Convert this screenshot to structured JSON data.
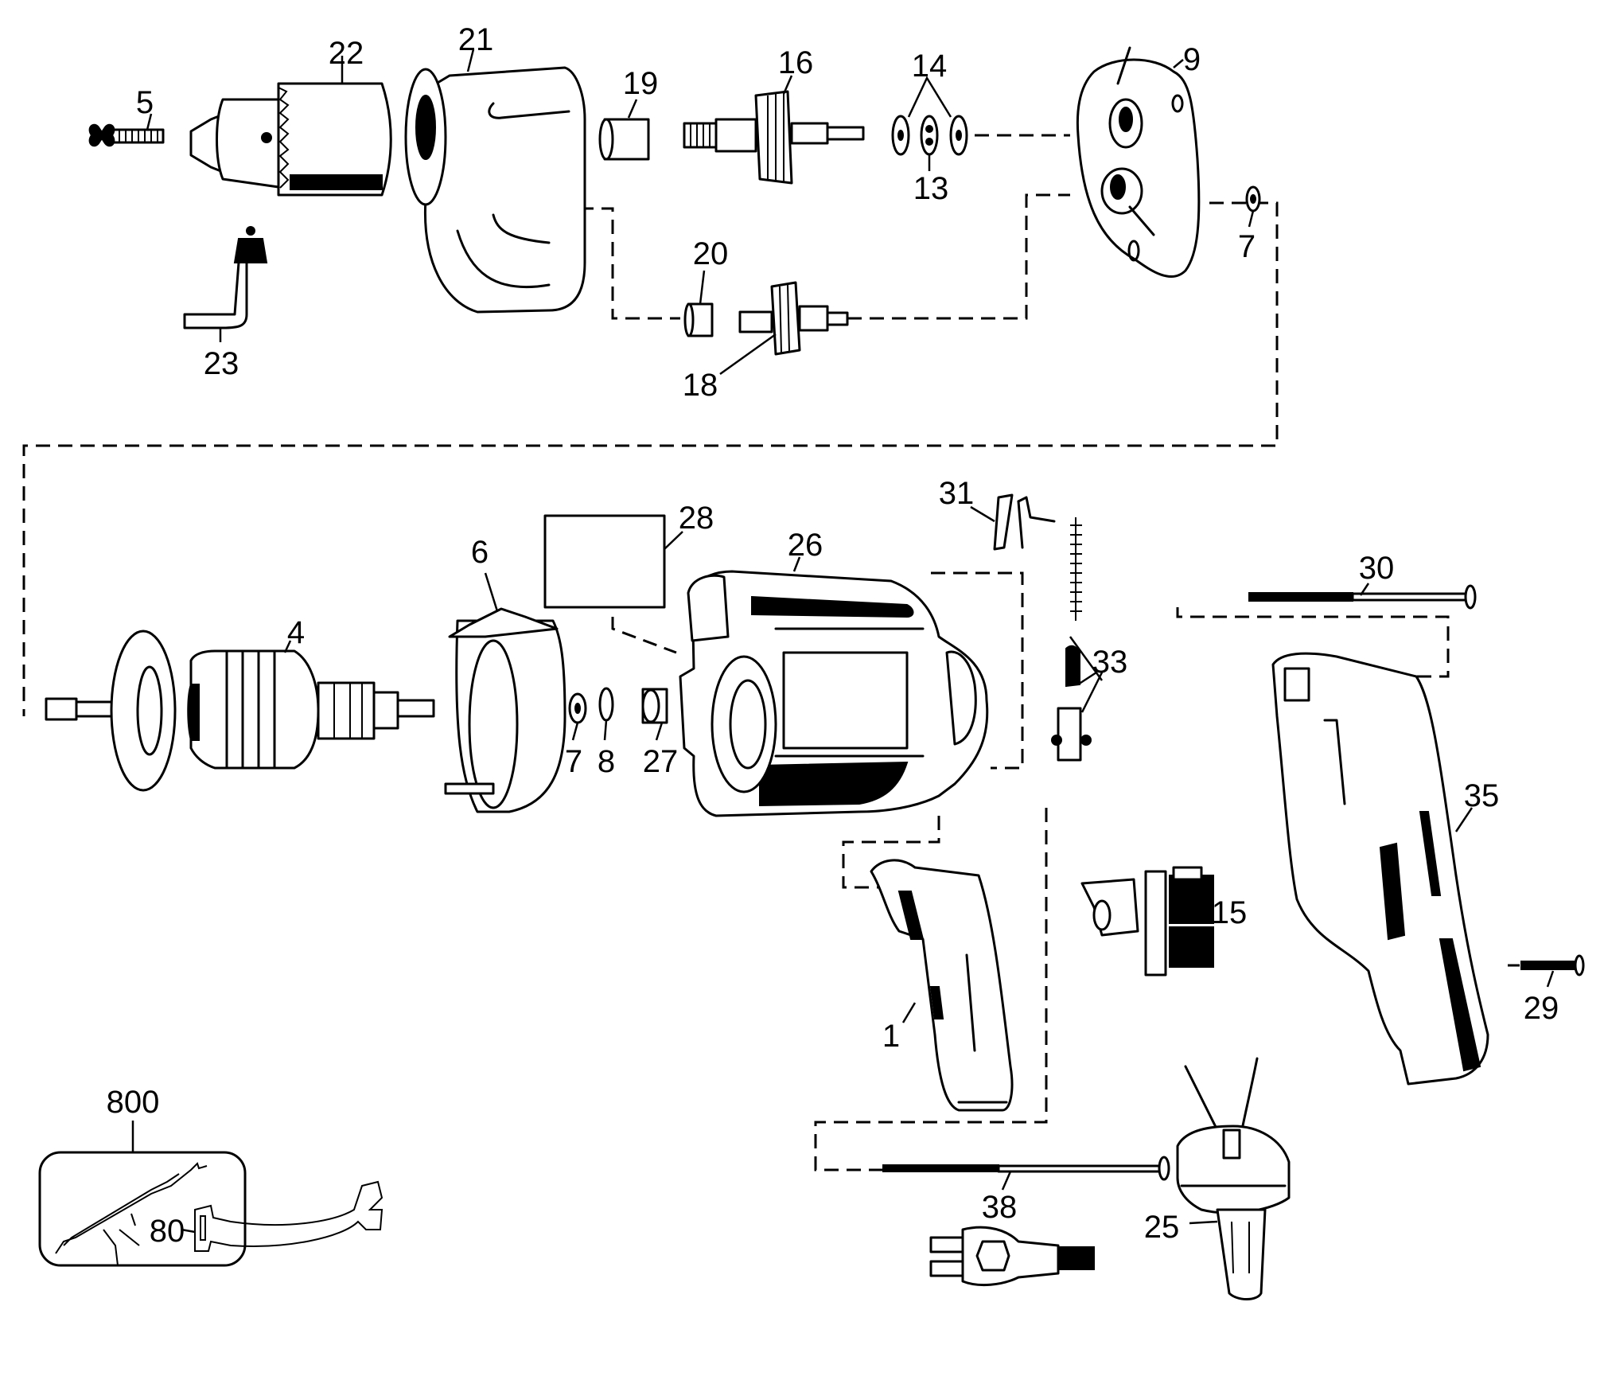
{
  "diagram": {
    "type": "exploded-parts-view",
    "subject": "power-drill",
    "background_color": "#ffffff",
    "line_color": "#000000",
    "parts": {
      "p1": {
        "label": "1",
        "name": "handle-half-left"
      },
      "p4": {
        "label": "4",
        "name": "armature"
      },
      "p5": {
        "label": "5",
        "name": "chuck-screw"
      },
      "p6": {
        "label": "6",
        "name": "baffle"
      },
      "p7a": {
        "label": "7",
        "name": "washer"
      },
      "p7b": {
        "label": "7",
        "name": "washer"
      },
      "p8": {
        "label": "8",
        "name": "retaining-ring"
      },
      "p9": {
        "label": "9",
        "name": "gear-case-plate"
      },
      "p13": {
        "label": "13",
        "name": "bearing"
      },
      "p14": {
        "label": "14",
        "name": "thrust-washers"
      },
      "p15": {
        "label": "15",
        "name": "switch"
      },
      "p16": {
        "label": "16",
        "name": "spindle-gear"
      },
      "p18": {
        "label": "18",
        "name": "intermediate-gear"
      },
      "p19": {
        "label": "19",
        "name": "bearing-sleeve"
      },
      "p20": {
        "label": "20",
        "name": "bearing-sleeve"
      },
      "p21": {
        "label": "21",
        "name": "gear-case"
      },
      "p22": {
        "label": "22",
        "name": "chuck"
      },
      "p23": {
        "label": "23",
        "name": "chuck-key"
      },
      "p25": {
        "label": "25",
        "name": "cord-protector"
      },
      "p26": {
        "label": "26",
        "name": "field-housing"
      },
      "p27": {
        "label": "27",
        "name": "bearing"
      },
      "p28": {
        "label": "28",
        "name": "nameplate"
      },
      "p29": {
        "label": "29",
        "name": "screw"
      },
      "p30": {
        "label": "30",
        "name": "long-screw"
      },
      "p31": {
        "label": "31",
        "name": "brush-holder-clip"
      },
      "p33": {
        "label": "33",
        "name": "brush-assembly"
      },
      "p35": {
        "label": "35",
        "name": "handle-half-right"
      },
      "p38": {
        "label": "38",
        "name": "long-screw"
      },
      "p80": {
        "label": "80",
        "name": "strap"
      },
      "p800": {
        "label": "800",
        "name": "cord-set"
      }
    }
  }
}
